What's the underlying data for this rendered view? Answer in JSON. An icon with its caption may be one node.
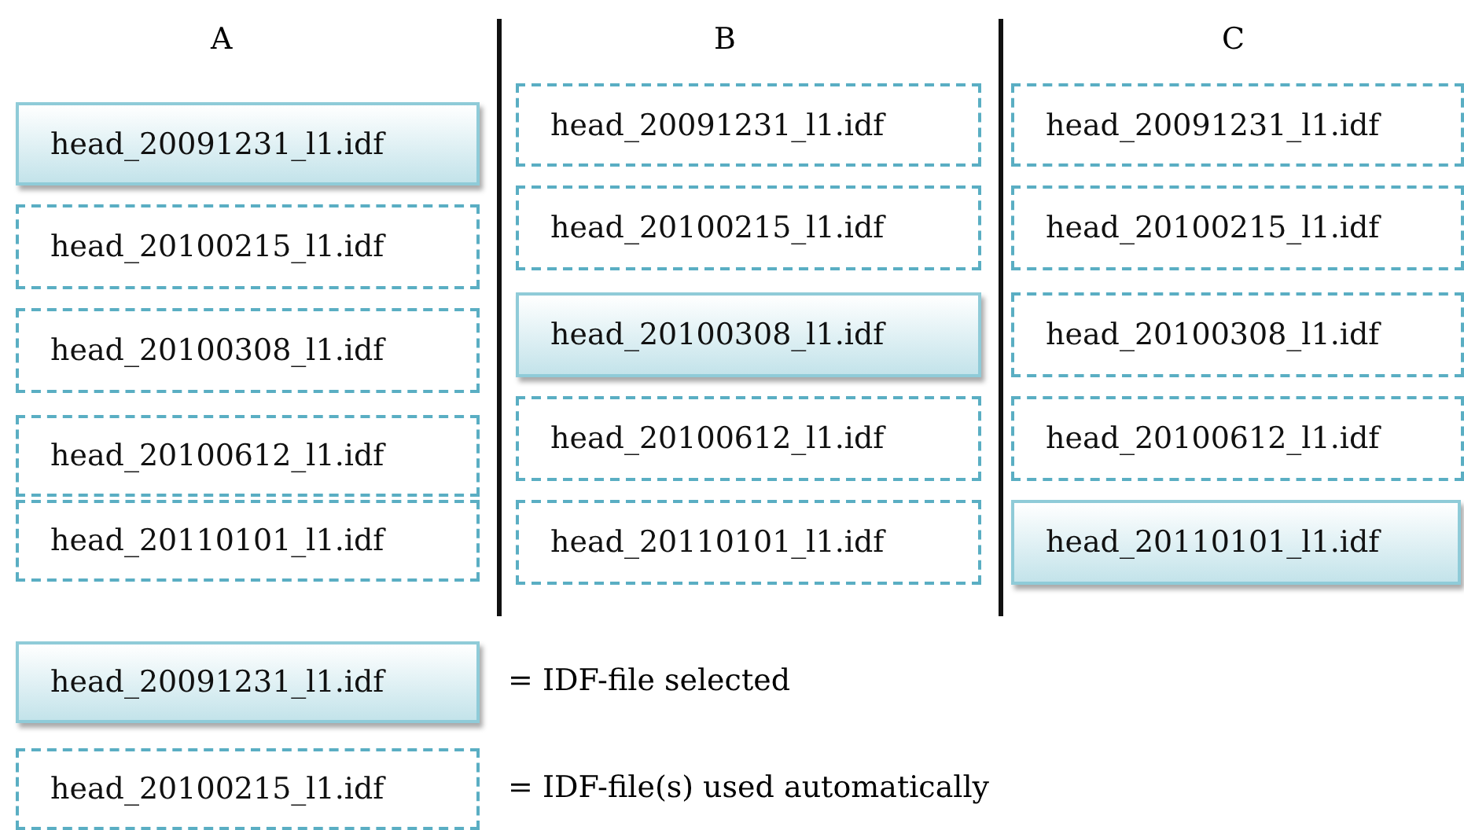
{
  "diagram": {
    "nodes": [
      {
        "text": [
          "head_20091231_l1.idf"
        ]
      },
      {
        "text": [
          "head_20100215_l1.idf"
        ]
      },
      {
        "text": [
          "head_20100308_l1.idf"
        ]
      },
      {
        "text": [
          "head_20100612_l1.idf"
        ]
      },
      {
        "text": [
          "head_20110101_l1.idf"
        ]
      },
      {
        "text": [
          "head_20091231_l1.idf"
        ]
      },
      {
        "text": [
          "head_20100215_l1.idf"
        ]
      },
      {
        "text": [
          "head_20100308_l1.idf"
        ]
      },
      {
        "text": [
          "head_20100612_l1.idf"
        ]
      },
      {
        "text": [
          "head_20110101_l1.idf"
        ]
      },
      {
        "text": [
          "head_20091231_l1.idf"
        ]
      },
      {
        "text": [
          "head_20100215_l1.idf"
        ]
      },
      {
        "text": [
          "head_20100308_l1.idf"
        ]
      },
      {
        "text": [
          "head_20100612_l1.idf"
        ]
      },
      {
        "text": [
          "head_20110101_l1.idf"
        ]
      },
      {
        "text": [
          "head_20091231_l1.idf"
        ],
        "beside": [
          "= IDF-file selected"
        ]
      },
      {
        "text": [
          "head_20100215_l1.idf"
        ],
        "beside": [
          "= IDF-file(s) used automatically"
        ]
      }
    ],
    "labels": [
      "A",
      "B",
      "C"
    ]
  }
}
